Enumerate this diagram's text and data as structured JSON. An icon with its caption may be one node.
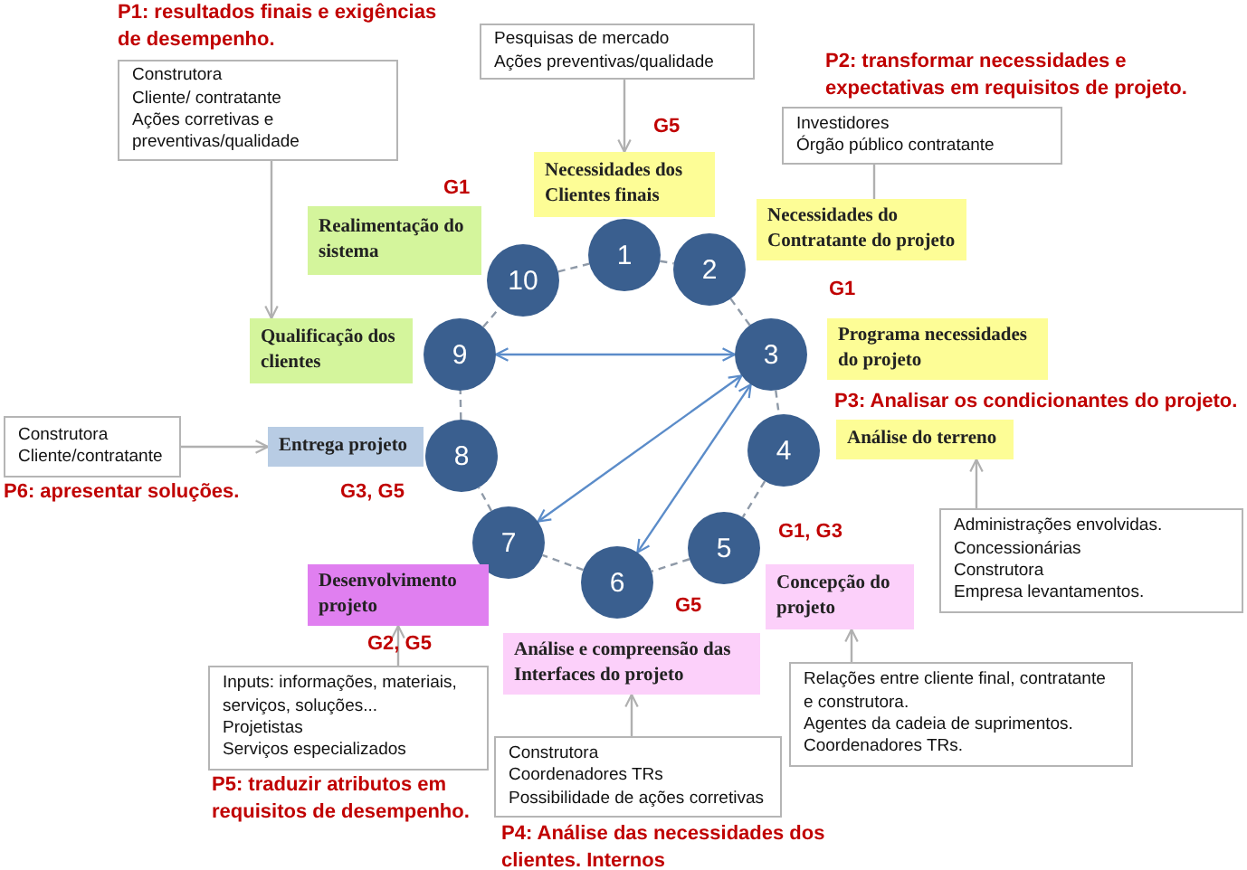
{
  "diagram": {
    "nodes": [
      {
        "text": [
          "1"
        ]
      },
      {
        "text": [
          "2"
        ]
      },
      {
        "text": [
          "3"
        ]
      },
      {
        "text": [
          "4"
        ]
      },
      {
        "text": [
          "5"
        ]
      },
      {
        "text": [
          "6"
        ]
      },
      {
        "text": [
          "7"
        ]
      },
      {
        "text": [
          "8"
        ]
      },
      {
        "text": [
          "9"
        ]
      },
      {
        "text": [
          "10"
        ]
      },
      {
        "text": [
          "Necessidades dos Clientes finais"
        ],
        "beside": [
          "G5"
        ]
      },
      {
        "text": [
          "Necessidades do Contratante do projeto"
        ]
      },
      {
        "text": [
          "Programa necessidades do projeto"
        ],
        "beside": [
          "G1"
        ]
      },
      {
        "text": [
          "Análise do terreno"
        ]
      },
      {
        "text": [
          "Concepção do projeto"
        ],
        "beside": [
          "G1, G3"
        ]
      },
      {
        "text": [
          "Análise e compreensão das Interfaces do projeto"
        ],
        "beside": [
          "G5"
        ]
      },
      {
        "text": [
          "Desenvolvimento projeto"
        ],
        "beside": [
          "G2, G5"
        ]
      },
      {
        "text": [
          "Entrega projeto"
        ],
        "beside": [
          "G3, G5"
        ]
      },
      {
        "text": [
          "Qualificação dos clientes"
        ]
      },
      {
        "text": [
          "Realimentação do sistema"
        ],
        "beside": [
          "G1"
        ]
      },
      {
        "text": [
          "Construtora",
          "Cliente/ contratante",
          "Ações corretivas e preventivas/qualidade"
        ]
      },
      {
        "text": [
          "Pesquisas de mercado",
          "Ações preventivas/qualidade"
        ]
      },
      {
        "text": [
          "Investidores",
          "Órgão público contratante"
        ]
      },
      {
        "text": [
          "Administrações envolvidas.",
          "Concessionárias",
          "Construtora",
          "Empresa levantamentos."
        ]
      },
      {
        "text": [
          "Relações entre cliente final, contratante e construtora.",
          "Agentes da cadeia de suprimentos.",
          "Coordenadores TRs."
        ]
      },
      {
        "text": [
          "Construtora",
          "Coordenadores TRs",
          "Possibilidade de ações corretivas"
        ]
      },
      {
        "text": [
          "Inputs: informações, materiais, serviços, soluções...",
          "Projetistas",
          "Serviços especializados"
        ]
      },
      {
        "text": [
          "Construtora",
          "Cliente/contratante"
        ]
      }
    ],
    "edges": [
      {
        "from": 0,
        "to": 1,
        "arrow": "none",
        "style": "dashed"
      },
      {
        "from": 1,
        "to": 2,
        "arrow": "none",
        "style": "dashed"
      },
      {
        "from": 2,
        "to": 3,
        "arrow": "none",
        "style": "dashed"
      },
      {
        "from": 3,
        "to": 4,
        "arrow": "none",
        "style": "dashed"
      },
      {
        "from": 4,
        "to": 5,
        "arrow": "none",
        "style": "dashed"
      },
      {
        "from": 5,
        "to": 6,
        "arrow": "none",
        "style": "dashed"
      },
      {
        "from": 6,
        "to": 7,
        "arrow": "none",
        "style": "dashed"
      },
      {
        "from": 7,
        "to": 8,
        "arrow": "none",
        "style": "dashed"
      },
      {
        "from": 8,
        "to": 9,
        "arrow": "none",
        "style": "dashed"
      },
      {
        "from": 9,
        "to": 0,
        "arrow": "none",
        "style": "dashed"
      },
      {
        "from": 8,
        "to": 2,
        "arrow": "both",
        "color": "#5b8cc9"
      },
      {
        "from": 6,
        "to": 2,
        "arrow": "both",
        "color": "#5b8cc9"
      },
      {
        "from": 5,
        "to": 2,
        "arrow": "both",
        "color": "#5b8cc9"
      },
      {
        "from": 20,
        "to": 18,
        "arrow": "to"
      },
      {
        "from": 21,
        "to": 10,
        "arrow": "to"
      },
      {
        "from": 22,
        "to": 11,
        "arrow": "none"
      },
      {
        "from": 23,
        "to": 13,
        "arrow": "to"
      },
      {
        "from": 24,
        "to": 14,
        "arrow": "to"
      },
      {
        "from": 25,
        "to": 15,
        "arrow": "to"
      },
      {
        "from": 26,
        "to": 16,
        "arrow": "to"
      },
      {
        "from": 27,
        "to": 17,
        "arrow": "to"
      }
    ],
    "labels": [
      "P1: resultados finais e exigências de desempenho.",
      "P2: transformar necessidades e expectativas em requisitos de projeto.",
      "P3: Analisar os condicionantes do projeto.",
      "P6: apresentar soluções.",
      "P5: traduzir atributos em requisitos de desempenho.",
      "P4: Análise das necessidades dos clientes. Internos"
    ]
  }
}
